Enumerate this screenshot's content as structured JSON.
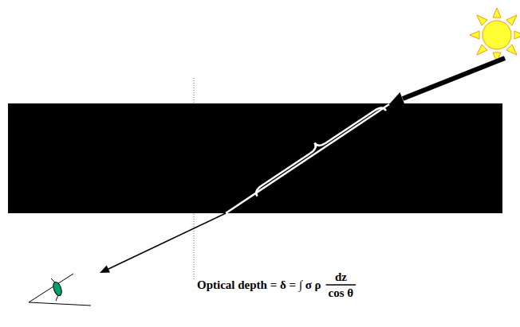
{
  "diagram": {
    "labels": [
      "Optical depth = δ = ∫ σ ρ",
      "dz",
      "cos θ"
    ]
  }
}
